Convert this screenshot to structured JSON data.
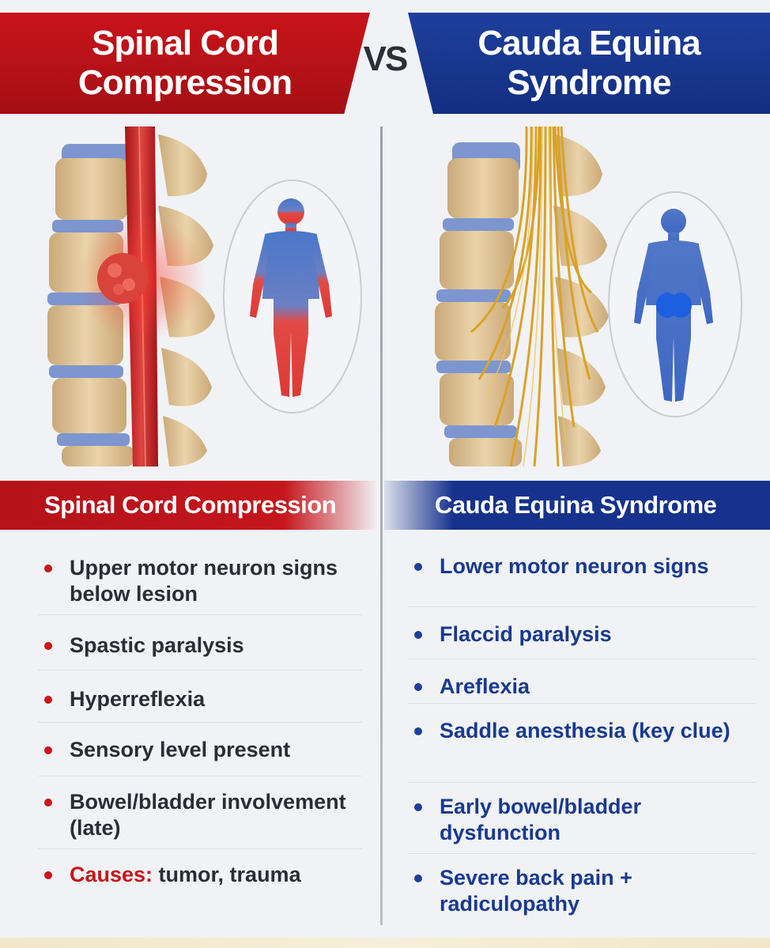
{
  "left_banner": {
    "title": "Spinal Cord Compression"
  },
  "vs_label": "VS",
  "right_banner": {
    "title": "Cauda Equina Syndrome"
  },
  "left_section": {
    "header": "Spinal Cord Compression",
    "items": [
      "Upper motor neuron signs below lesion",
      "Spastic paralysis",
      "Hyperreflexia",
      "Sensory level present",
      "Bowel/bladder involvement (late)"
    ],
    "causes_label": "Causes:",
    "causes_value": " tumor, trauma"
  },
  "right_section": {
    "header": "Cauda Equina Syndrome",
    "items": [
      "Lower motor neuron signs",
      "Flaccid paralysis",
      "Areflexia",
      "Saddle anesthesia (key clue)",
      "Early bowel/bladder dysfunction",
      "Severe back pain + radiculopathy"
    ]
  },
  "colors": {
    "red_accent": "#c8141a",
    "blue_accent": "#1d3f9c",
    "background": "#f1f2f5"
  }
}
